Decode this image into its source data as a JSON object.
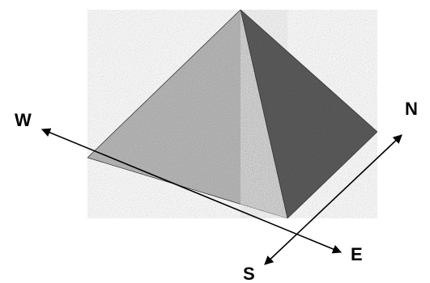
{
  "diagram": {
    "labels": {
      "west": "W",
      "east": "E",
      "north": "N",
      "south": "S"
    },
    "colors": {
      "background": "#ffffff",
      "lit_face": "#b9b9b9",
      "shadow_face": "#5c5c5c",
      "axis_line": "#000000"
    }
  }
}
